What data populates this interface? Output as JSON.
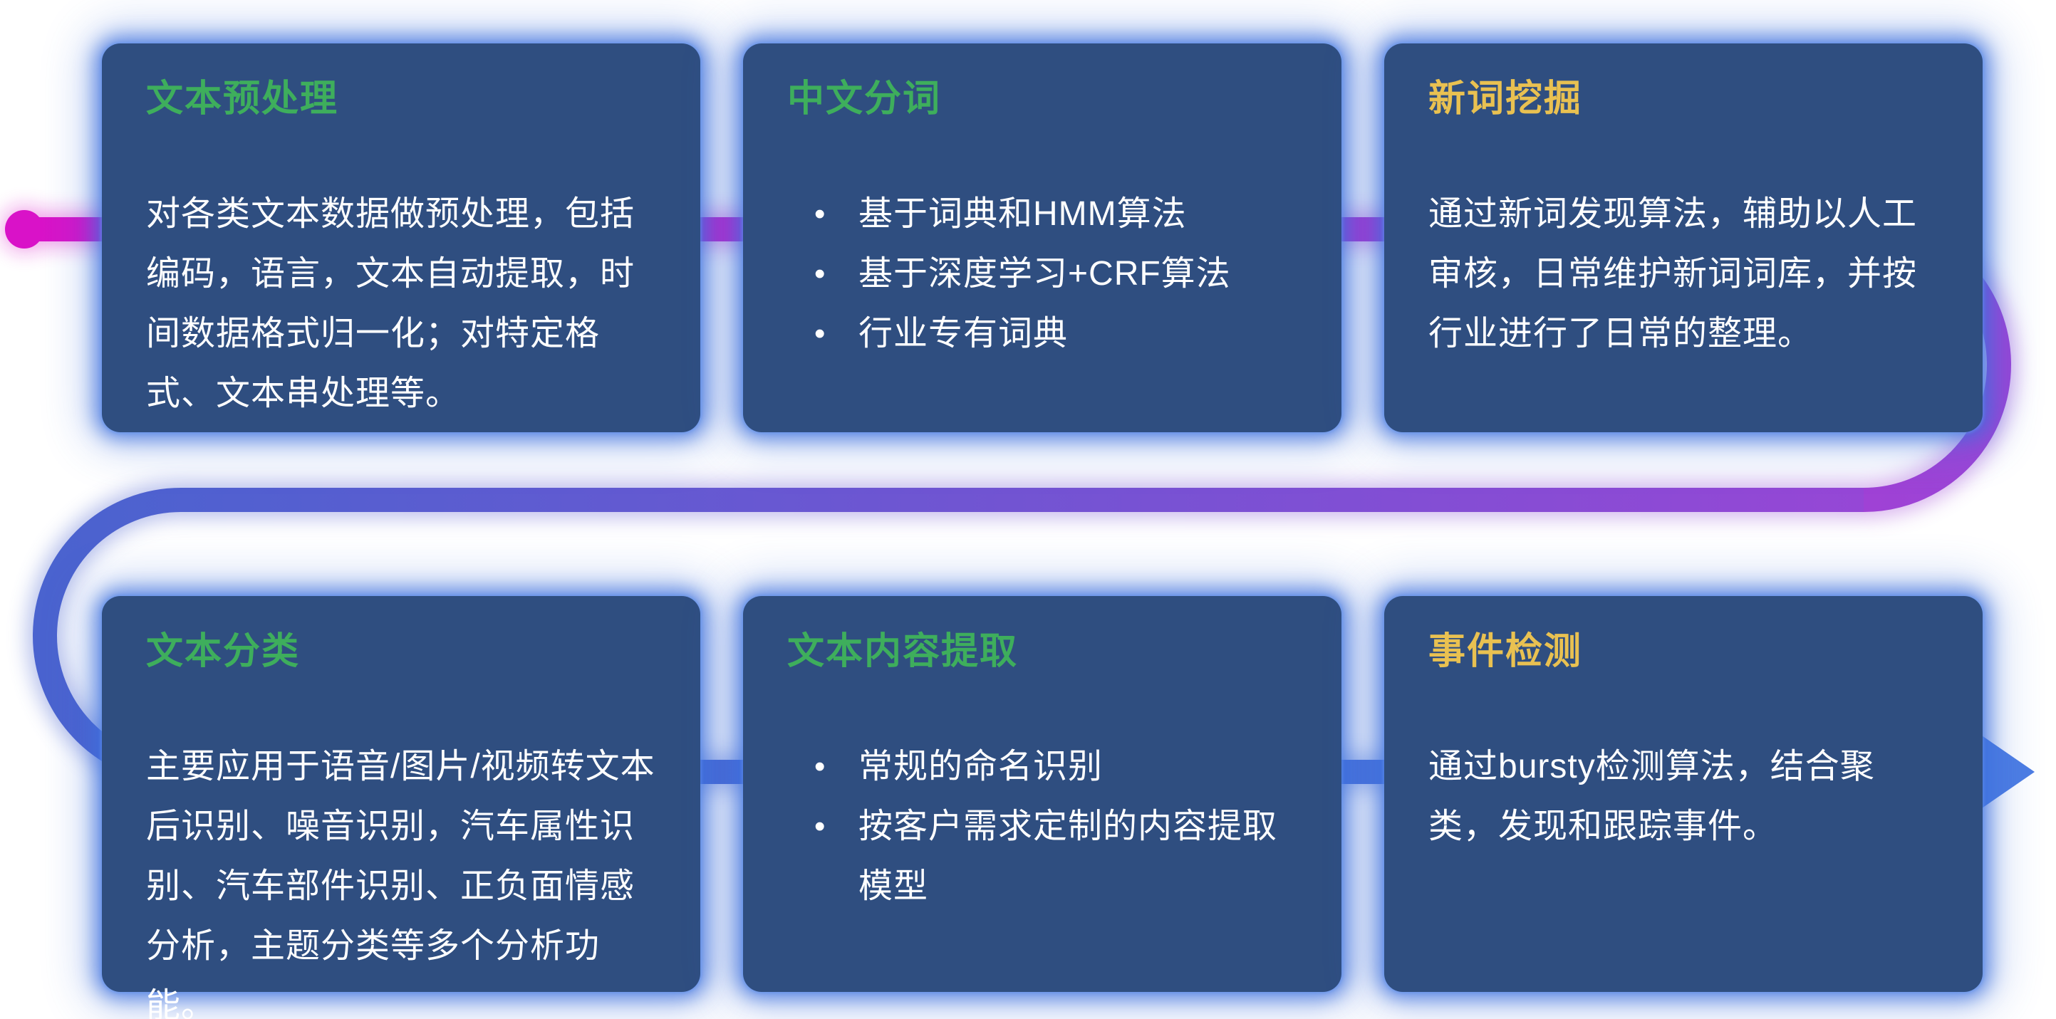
{
  "diagram": {
    "description_colors": {
      "background": "#ffffff",
      "card_background": "#2f4e80",
      "card_glow": "#3e70dc",
      "body_text": "#ffffff",
      "title_green": "#3eae5c",
      "title_yellow": "#e9c151"
    }
  },
  "flow": {
    "color_magenta": "#d912c8",
    "color_purple": "#9b45d6",
    "color_blue": "#4a63cf",
    "color_blue_light": "#4d7de3"
  },
  "cards": [
    {
      "id": "text-preprocessing",
      "title": "文本预处理",
      "title_color": "#3eae5c",
      "body": "对各类文本数据做预处理，包括编码，语言，文本自动提取，时间数据格式归一化；对特定格式、文本串处理等。"
    },
    {
      "id": "chinese-word-segmentation",
      "title": "中文分词",
      "title_color": "#3eae5c",
      "bullets": [
        "基于词典和HMM算法",
        "基于深度学习+CRF算法",
        "行业专有词典"
      ]
    },
    {
      "id": "new-word-mining",
      "title": "新词挖掘",
      "title_color": "#e9c151",
      "body": "通过新词发现算法，辅助以人工审核，日常维护新词词库，并按行业进行了日常的整理。"
    },
    {
      "id": "text-classification",
      "title": "文本分类",
      "title_color": "#3eae5c",
      "body": "主要应用于语音/图片/视频转文本后识别、噪音识别，汽车属性识别、汽车部件识别、正负面情感分析，主题分类等多个分析功能。"
    },
    {
      "id": "text-content-extraction",
      "title": "文本内容提取",
      "title_color": "#3eae5c",
      "bullets": [
        "常规的命名识别",
        "按客户需求定制的内容提取模型"
      ]
    },
    {
      "id": "event-detection",
      "title": "事件检测",
      "title_color": "#e9c151",
      "body": "通过bursty检测算法，结合聚类，发现和跟踪事件。"
    }
  ]
}
